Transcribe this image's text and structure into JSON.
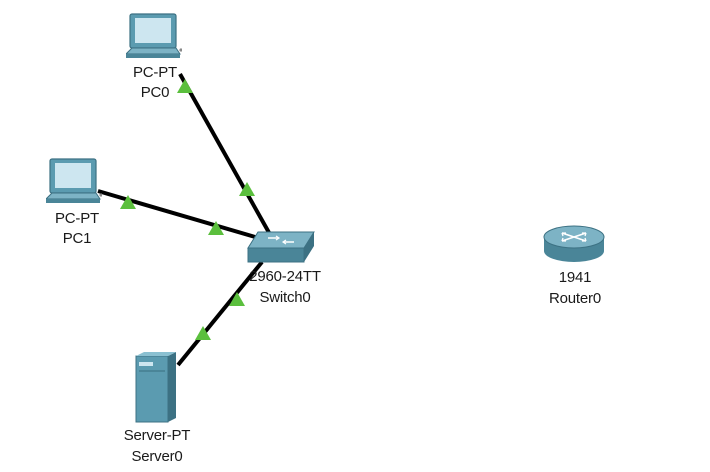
{
  "topology": {
    "devices": [
      {
        "id": "pc0",
        "model": "PC-PT",
        "name": "PC0",
        "icon": "pc-icon"
      },
      {
        "id": "pc1",
        "model": "PC-PT",
        "name": "PC1",
        "icon": "pc-icon"
      },
      {
        "id": "switch0",
        "model": "2960-24TT",
        "name": "Switch0",
        "icon": "switch-icon"
      },
      {
        "id": "server0",
        "model": "Server-PT",
        "name": "Server0",
        "icon": "server-icon"
      },
      {
        "id": "router0",
        "model": "1941",
        "name": "Router0",
        "icon": "router-icon"
      }
    ],
    "links": [
      {
        "from": "pc0",
        "to": "switch0",
        "status": "up"
      },
      {
        "from": "pc1",
        "to": "switch0",
        "status": "up"
      },
      {
        "from": "server0",
        "to": "switch0",
        "status": "up"
      }
    ]
  },
  "colors": {
    "link": "#000000",
    "link_up": "#5bbf3d",
    "device_body": "#5b9bb0",
    "background": "#ffffff"
  }
}
